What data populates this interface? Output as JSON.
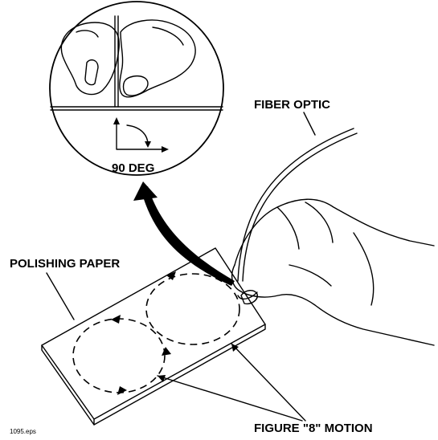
{
  "labels": {
    "fiber_optic": "FIBER OPTIC",
    "polishing_paper": "POLISHING PAPER",
    "angle": "90 DEG",
    "motion": "FIGURE \"8\" MOTION",
    "file_name": "1095.eps"
  }
}
